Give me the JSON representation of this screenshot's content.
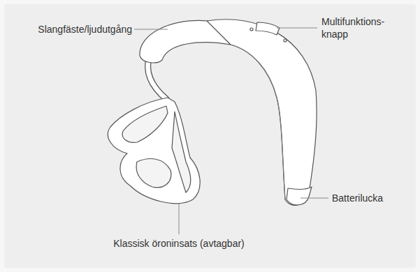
{
  "diagram": {
    "labels": [
      "Slangfäste/ljudutgång",
      "Multifunktions- knapp",
      "Batterilucka",
      "Klassisk öroninsats (avtagbar)"
    ]
  }
}
